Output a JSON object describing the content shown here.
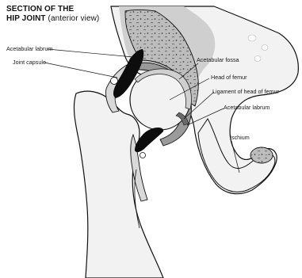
{
  "title": {
    "line1": "SECTION OF THE",
    "line2_main": "HIP JOINT",
    "line2_sub": "(anterior view)"
  },
  "labels": {
    "acetabular_labrum_top": "Acetabular labrum",
    "joint_capsule": "Joint capsule",
    "acetabular_fossa": "Acetabular fossa",
    "head_of_femur": "Head of femur",
    "ligament_of_head_of_femur": "Ligament of head of femur",
    "acetabular_labrum_bottom": "Acetabular labrum",
    "ischium": "Ischium"
  },
  "colors": {
    "bone_light": "#f2f2f2",
    "bone_mid": "#d6d6d6",
    "cartilage": "#9a9a9a",
    "spongy": "#b4b4b4",
    "ink": "#111111",
    "labrum": "#0d0d0d"
  }
}
